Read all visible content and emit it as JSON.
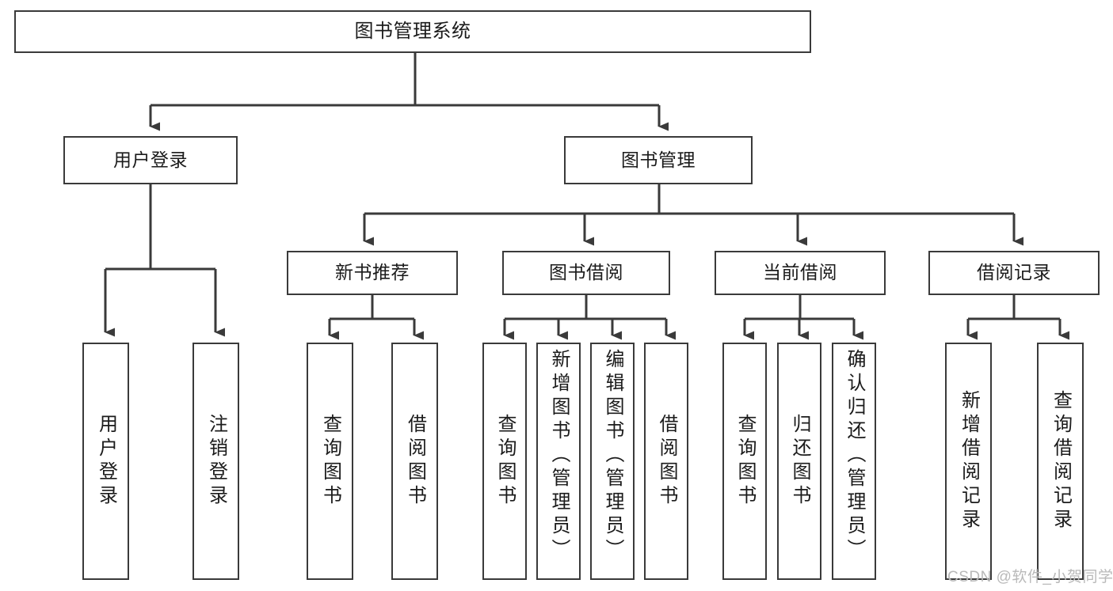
{
  "diagram": {
    "title": "图书管理系统",
    "type": "tree",
    "watermark": "CSDN @软件_小贺同学",
    "nodes": {
      "root": {
        "label": "图书管理系统"
      },
      "level2": [
        {
          "id": "user-login",
          "label": "用户登录"
        },
        {
          "id": "book-manage",
          "label": "图书管理"
        }
      ],
      "level3": [
        {
          "id": "new-book-recommend",
          "label": "新书推荐"
        },
        {
          "id": "book-borrow",
          "label": "图书借阅"
        },
        {
          "id": "current-borrow",
          "label": "当前借阅"
        },
        {
          "id": "borrow-record",
          "label": "借阅记录"
        }
      ],
      "leaves": [
        {
          "id": "leaf-user-login",
          "label": "用户登录",
          "parent": "user-login"
        },
        {
          "id": "leaf-logout-login",
          "label": "注销登录",
          "parent": "user-login"
        },
        {
          "id": "leaf-query-book-1",
          "label": "查询图书",
          "parent": "new-book-recommend"
        },
        {
          "id": "leaf-borrow-book-1",
          "label": "借阅图书",
          "parent": "new-book-recommend"
        },
        {
          "id": "leaf-query-book-2",
          "label": "查询图书",
          "parent": "book-borrow"
        },
        {
          "id": "leaf-add-book",
          "label": "新增图书（管理员）",
          "parent": "book-borrow"
        },
        {
          "id": "leaf-edit-book",
          "label": "编辑图书（管理员）",
          "parent": "book-borrow"
        },
        {
          "id": "leaf-borrow-book-2",
          "label": "借阅图书",
          "parent": "book-borrow"
        },
        {
          "id": "leaf-query-book-3",
          "label": "查询图书",
          "parent": "current-borrow"
        },
        {
          "id": "leaf-return-book",
          "label": "归还图书",
          "parent": "current-borrow"
        },
        {
          "id": "leaf-confirm-return",
          "label": "确认归还（管理员）",
          "parent": "current-borrow"
        },
        {
          "id": "leaf-add-record",
          "label": "新增借阅记录",
          "parent": "borrow-record"
        },
        {
          "id": "leaf-query-record",
          "label": "查询借阅记录",
          "parent": "borrow-record"
        }
      ]
    },
    "colors": {
      "stroke": "#3a3a3a",
      "fill": "#ffffff",
      "text": "#1b1b1b",
      "watermark": "#b9b9b9"
    }
  }
}
